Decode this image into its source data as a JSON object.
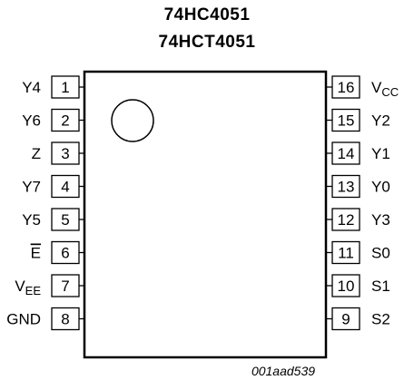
{
  "titles": [
    "74HC4051",
    "74HCT4051"
  ],
  "drawing_ref": "001aad539",
  "pins_left": [
    {
      "num": "1",
      "name": "Y4",
      "sub": ""
    },
    {
      "num": "2",
      "name": "Y6",
      "sub": ""
    },
    {
      "num": "3",
      "name": "Z",
      "sub": ""
    },
    {
      "num": "4",
      "name": "Y7",
      "sub": ""
    },
    {
      "num": "5",
      "name": "Y5",
      "sub": ""
    },
    {
      "num": "6",
      "name": "E",
      "sub": "",
      "overline": true
    },
    {
      "num": "7",
      "name": "V",
      "sub": "EE"
    },
    {
      "num": "8",
      "name": "GND",
      "sub": ""
    }
  ],
  "pins_right": [
    {
      "num": "16",
      "name": "V",
      "sub": "CC"
    },
    {
      "num": "15",
      "name": "Y2",
      "sub": ""
    },
    {
      "num": "14",
      "name": "Y1",
      "sub": ""
    },
    {
      "num": "13",
      "name": "Y0",
      "sub": ""
    },
    {
      "num": "12",
      "name": "Y3",
      "sub": ""
    },
    {
      "num": "11",
      "name": "S0",
      "sub": ""
    },
    {
      "num": "10",
      "name": "S1",
      "sub": ""
    },
    {
      "num": "9",
      "name": "S2",
      "sub": ""
    }
  ]
}
